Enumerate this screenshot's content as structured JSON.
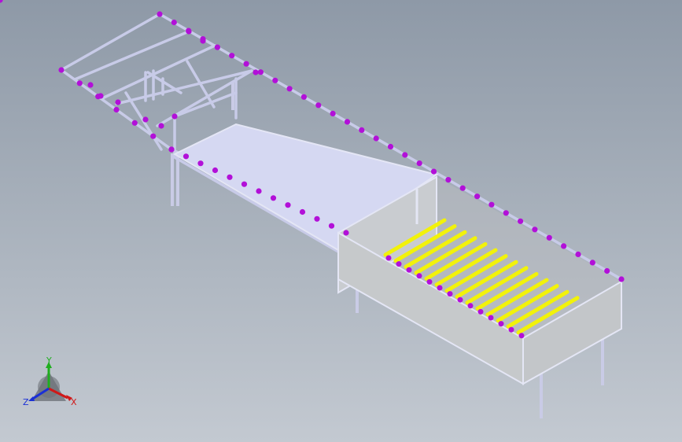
{
  "view": {
    "triad": {
      "y_label": "Y",
      "x_label": "X",
      "z_label": "Z",
      "colors": {
        "x": "#d01818",
        "y": "#1fae1f",
        "z": "#1a2fd6"
      }
    }
  },
  "model": {
    "frame_color": "#c8cbe8",
    "frame_outline": "#e4e6f5",
    "joint_color": "#b210d8",
    "roller_color": "#f2f20a",
    "tank_wall_color": "#c6c9cb",
    "tray_color": "#d5d8f2",
    "roller_count": 14
  }
}
